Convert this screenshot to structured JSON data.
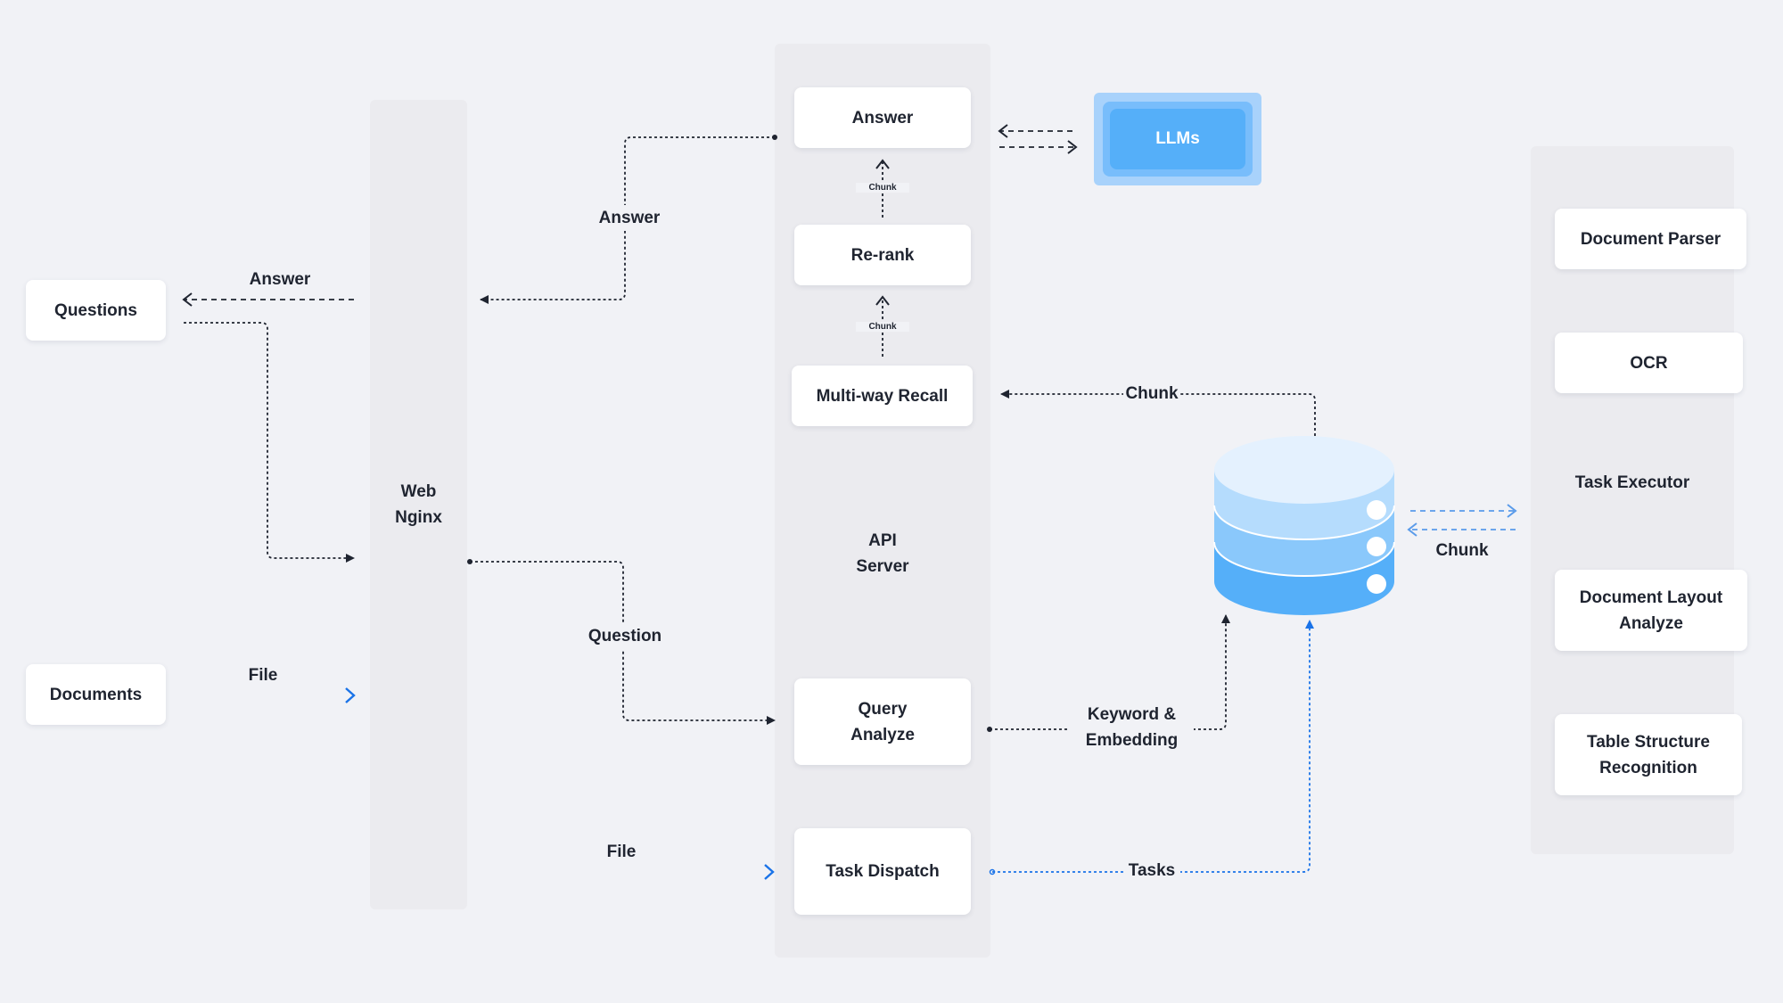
{
  "inputs": {
    "questions": "Questions",
    "documents": "Documents"
  },
  "web": {
    "line1": "Web",
    "line2": "Nginx"
  },
  "api": {
    "line1": "API",
    "line2": "Server",
    "answer": "Answer",
    "rerank": "Re-rank",
    "recall": "Multi-way Recall",
    "query_line1": "Query",
    "query_line2": "Analyze",
    "dispatch": "Task Dispatch"
  },
  "llms": "LLMs",
  "executor": {
    "parser": "Document Parser",
    "ocr": "OCR",
    "title": "Task Executor",
    "layout_line1": "Document Layout",
    "layout_line2": "Analyze",
    "table_line1": "Table Structure",
    "table_line2": "Recognition"
  },
  "edges": {
    "answer_to_questions": "Answer",
    "answer_to_web": "Answer",
    "documents_file": "File",
    "web_file": "File",
    "question": "Question",
    "chunk_rerank_answer": "Chunk",
    "chunk_recall_rerank": "Chunk",
    "chunk_db_recall": "Chunk",
    "keyword_line1": "Keyword &",
    "keyword_line2": "Embedding",
    "tasks": "Tasks",
    "chunk_executor": "Chunk"
  },
  "colors": {
    "dark": "#1f2430",
    "blue": "#1a73e8",
    "light_blue": "#7fb1ef",
    "db_top": "#e4f1fe",
    "db_mid1": "#b5dcfd",
    "db_mid2": "#8ac8fb",
    "db_bottom": "#55aff9"
  }
}
